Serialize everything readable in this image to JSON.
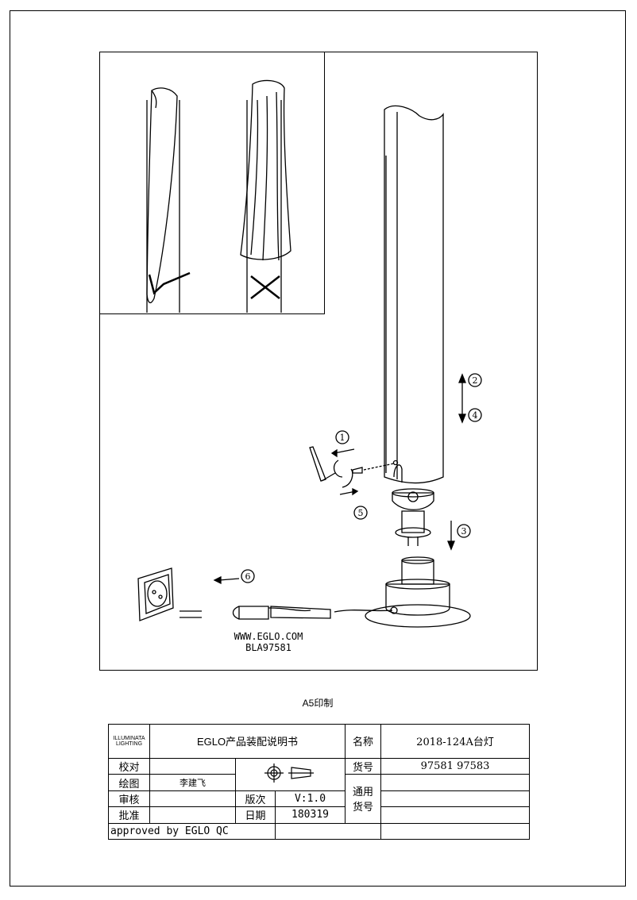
{
  "drawing": {
    "website": "WWW.EGLO.COM",
    "model": "BLA97581",
    "step_labels": [
      "1",
      "2",
      "3",
      "4",
      "5",
      "6"
    ]
  },
  "print_note": "A5印制",
  "title_block": {
    "logo_text": "ILLUMINATA LIGHTING",
    "doc_title": "EGLO产品装配说明书",
    "name_label": "名称",
    "name_value": "2018-124A台灯",
    "check_label": "校对",
    "draw_label": "绘图",
    "draw_value": "李建飞",
    "review_label": "审核",
    "approve_label": "批准",
    "item_label": "货号",
    "item_value": "97581 97583",
    "version_label": "版次",
    "version_value": "V:1.0",
    "date_label": "日期",
    "date_value": "180319",
    "general_item_label": "通用\n货号",
    "approved_note": "approved by EGLO QC"
  }
}
